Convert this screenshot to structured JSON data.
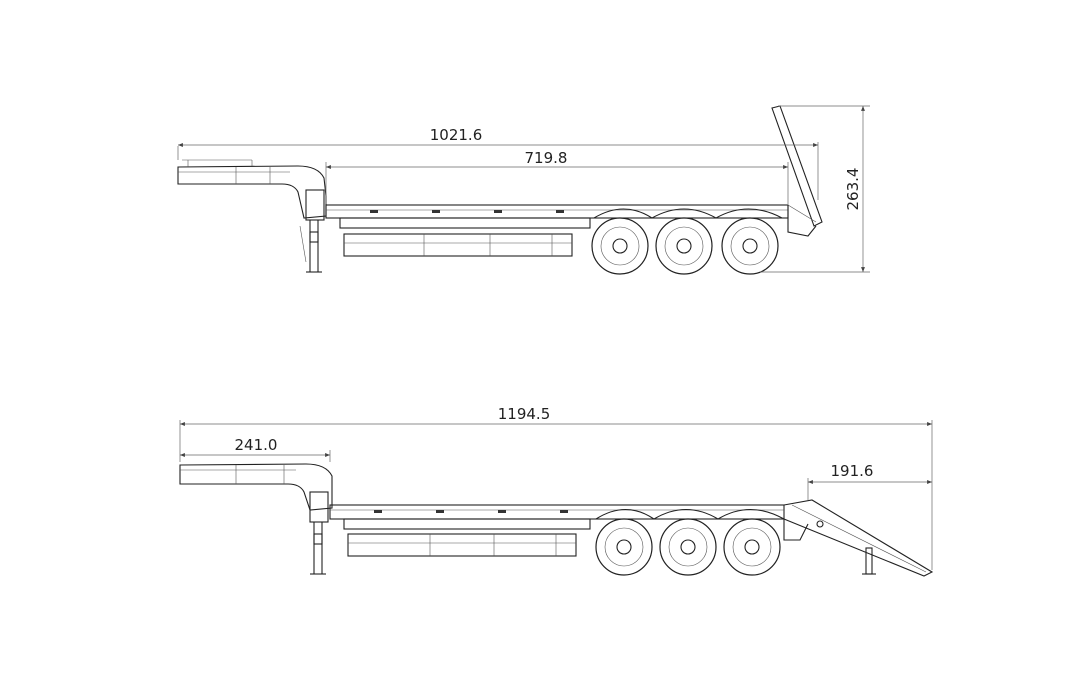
{
  "views": [
    {
      "id": "top-view",
      "dimensions": {
        "overall_length": "1021.6",
        "deck_length": "719.8",
        "height": "263.4"
      }
    },
    {
      "id": "bottom-view",
      "dimensions": {
        "overall_length": "1194.5",
        "gooseneck_length": "241.0",
        "ramp_length": "191.6"
      }
    }
  ]
}
